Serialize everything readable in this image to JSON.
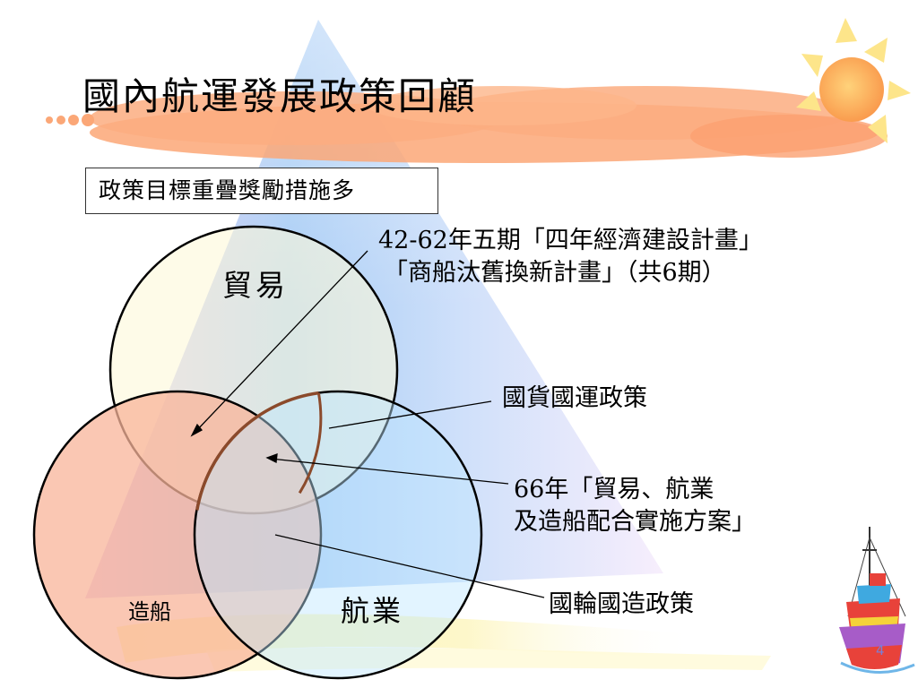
{
  "slide": {
    "title": "國內航運發展政策回顧",
    "subtitle": "政策目標重疊獎勵措施多",
    "page_number": "4"
  },
  "venn": {
    "circles": [
      {
        "label": "貿易",
        "fill": "#fdf8d8"
      },
      {
        "label": "造船",
        "fill": "#f8b49a"
      },
      {
        "label": "航業",
        "fill": "#bfe6ff"
      }
    ]
  },
  "annotations": [
    {
      "line1": "42-62年五期「四年經濟建設計畫」",
      "line2": "「商船汰舊換新計畫」（共6期）"
    },
    {
      "text": "國貨國運政策"
    },
    {
      "line1": "66年「貿易、航業",
      "line2": "及造船配合實施方案」"
    },
    {
      "text": "國輪國造政策"
    }
  ],
  "colors": {
    "cloud": "#fba777",
    "sun": "#f9a55a",
    "border": "#333333",
    "triangle_top": "#d7e4f8",
    "triangle_mid": "#9cc6f4",
    "triangle_right": "#f4e8fb"
  },
  "icons": [
    "sun-icon",
    "cloud-icon",
    "ship-icon"
  ]
}
